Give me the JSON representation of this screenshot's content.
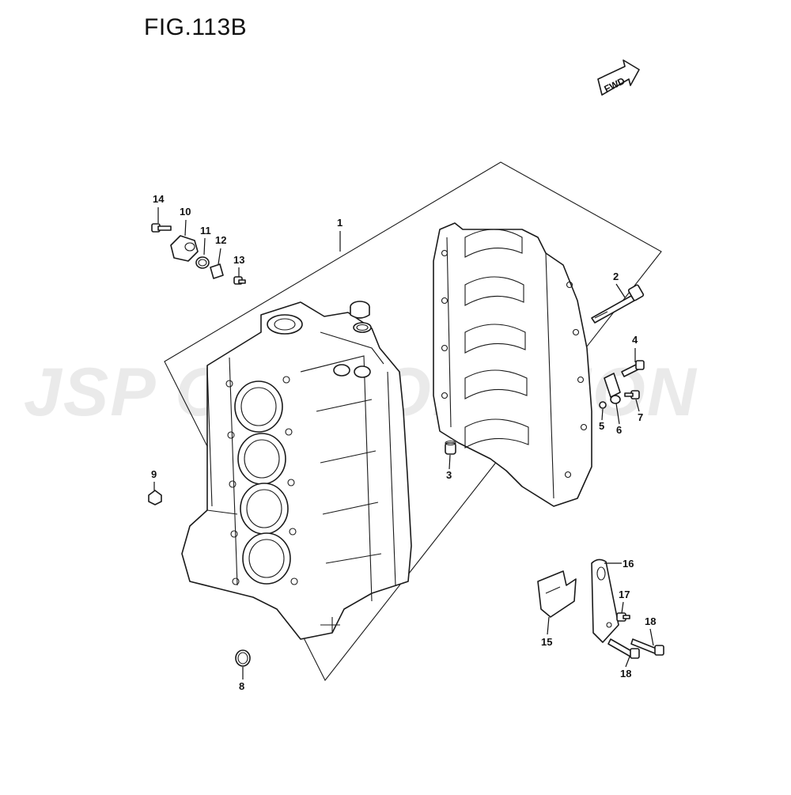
{
  "figure": {
    "title": "FIG.113B"
  },
  "direction_badge": {
    "text": "FWD"
  },
  "watermark": {
    "text": "JSP CORPORATION"
  },
  "callouts": [
    {
      "id": "c14",
      "number": "14"
    },
    {
      "id": "c10",
      "number": "10"
    },
    {
      "id": "c11",
      "number": "11"
    },
    {
      "id": "c12",
      "number": "12"
    },
    {
      "id": "c13",
      "number": "13"
    },
    {
      "id": "c1",
      "number": "1"
    },
    {
      "id": "c2",
      "number": "2"
    },
    {
      "id": "c4",
      "number": "4"
    },
    {
      "id": "c5",
      "number": "5"
    },
    {
      "id": "c6",
      "number": "6"
    },
    {
      "id": "c7",
      "number": "7"
    },
    {
      "id": "c3",
      "number": "3"
    },
    {
      "id": "c9",
      "number": "9"
    },
    {
      "id": "c16",
      "number": "16"
    },
    {
      "id": "c17",
      "number": "17"
    },
    {
      "id": "c18a",
      "number": "18"
    },
    {
      "id": "c15",
      "number": "15"
    },
    {
      "id": "c18b",
      "number": "18"
    },
    {
      "id": "c8",
      "number": "8"
    }
  ]
}
